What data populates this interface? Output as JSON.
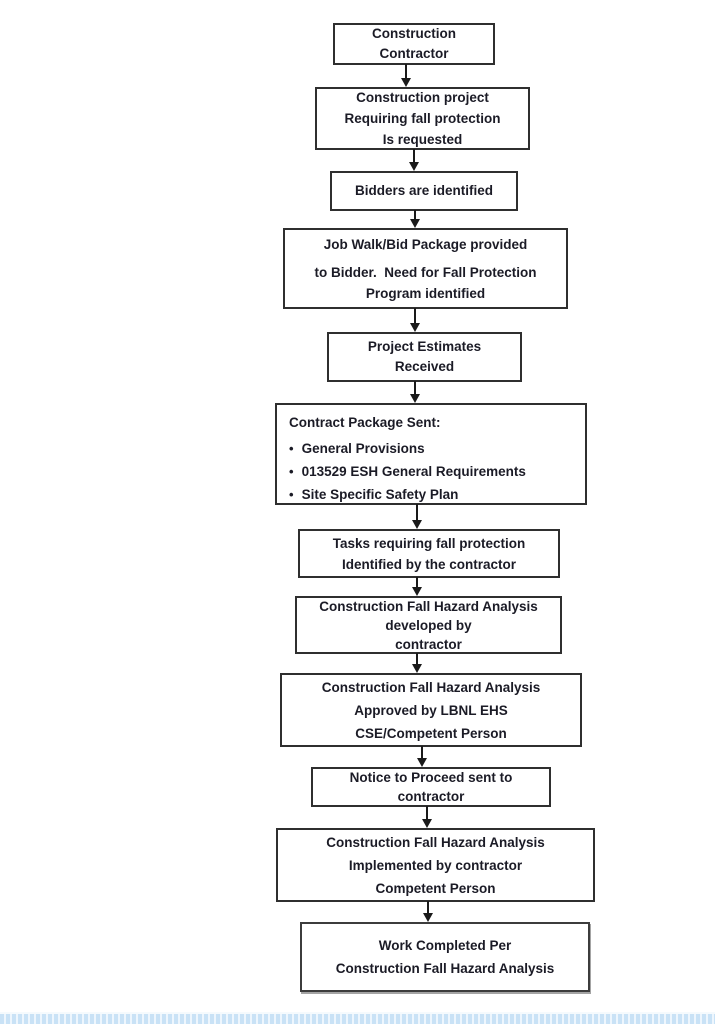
{
  "page": {
    "background_color": "#ffffff",
    "bottom_strip": {
      "dash_color": "#c9e2f6",
      "light_color": "#eef6fd"
    }
  },
  "flowchart": {
    "box_border_color": "#2f2f2f",
    "text_color": "#1b1b26",
    "arrow_color": "#1a1a1a",
    "bullet_char": "•",
    "boxes": [
      {
        "id": "construction-contractor",
        "lines": [
          "Construction",
          "Contractor"
        ]
      },
      {
        "id": "construction-project-requested",
        "lines": [
          "Construction project",
          "Requiring fall protection",
          "Is requested"
        ]
      },
      {
        "id": "bidders-identified",
        "lines": [
          "Bidders are identified"
        ]
      },
      {
        "id": "job-walk-bid-package",
        "lines": [
          "Job Walk/Bid Package provided",
          "to Bidder.  Need for Fall Protection",
          "Program identified"
        ]
      },
      {
        "id": "project-estimates-received",
        "lines": [
          "Project Estimates",
          "Received"
        ]
      },
      {
        "id": "contract-package-sent",
        "heading": "Contract Package Sent:",
        "bullets": [
          "General Provisions",
          "013529 ESH General Requirements",
          "Site Specific Safety Plan"
        ]
      },
      {
        "id": "tasks-requiring-fall-protection",
        "lines": [
          "Tasks requiring fall protection",
          "Identified by the contractor"
        ]
      },
      {
        "id": "fall-hazard-analysis-developed",
        "lines": [
          "Construction Fall Hazard Analysis",
          "developed by",
          "contractor"
        ]
      },
      {
        "id": "fall-hazard-analysis-approved",
        "lines": [
          "Construction Fall Hazard Analysis",
          "Approved by LBNL EHS",
          "CSE/Competent Person"
        ]
      },
      {
        "id": "notice-to-proceed",
        "lines": [
          "Notice to Proceed sent to",
          "contractor"
        ]
      },
      {
        "id": "fall-hazard-analysis-implemented",
        "lines": [
          "Construction Fall Hazard Analysis",
          "Implemented by contractor",
          "Competent Person"
        ]
      },
      {
        "id": "work-completed",
        "lines": [
          "Work Completed Per",
          "Construction Fall Hazard Analysis"
        ]
      }
    ]
  }
}
